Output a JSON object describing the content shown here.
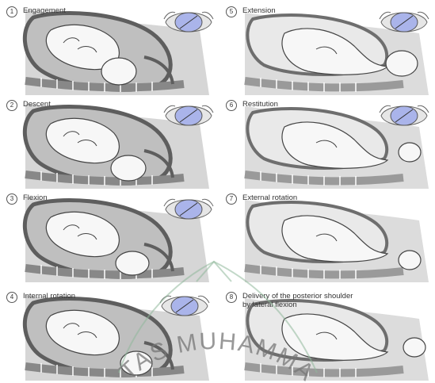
{
  "steps": [
    {
      "num": "1",
      "label": "Engagement"
    },
    {
      "num": "2",
      "label": "Descent"
    },
    {
      "num": "3",
      "label": "Flexion"
    },
    {
      "num": "4",
      "label": "Internal rotation"
    },
    {
      "num": "5",
      "label": "Extension"
    },
    {
      "num": "6",
      "label": "Restitution"
    },
    {
      "num": "7",
      "label": "External rotation"
    },
    {
      "num": "8",
      "label": "Delivery of the posterior shoulder\nby lateral flexion"
    }
  ],
  "watermark": {
    "text": "TAS MUHAMMA"
  },
  "colors": {
    "uterus": "#bfbfbf",
    "uterine_wall": "#6e6e6e",
    "fetus": "#f7f7f7",
    "outline": "#444444",
    "spine": "#9a9a9a",
    "pelvis_inlet": "#aab4ea",
    "watermark_green": "#8fb89a"
  }
}
